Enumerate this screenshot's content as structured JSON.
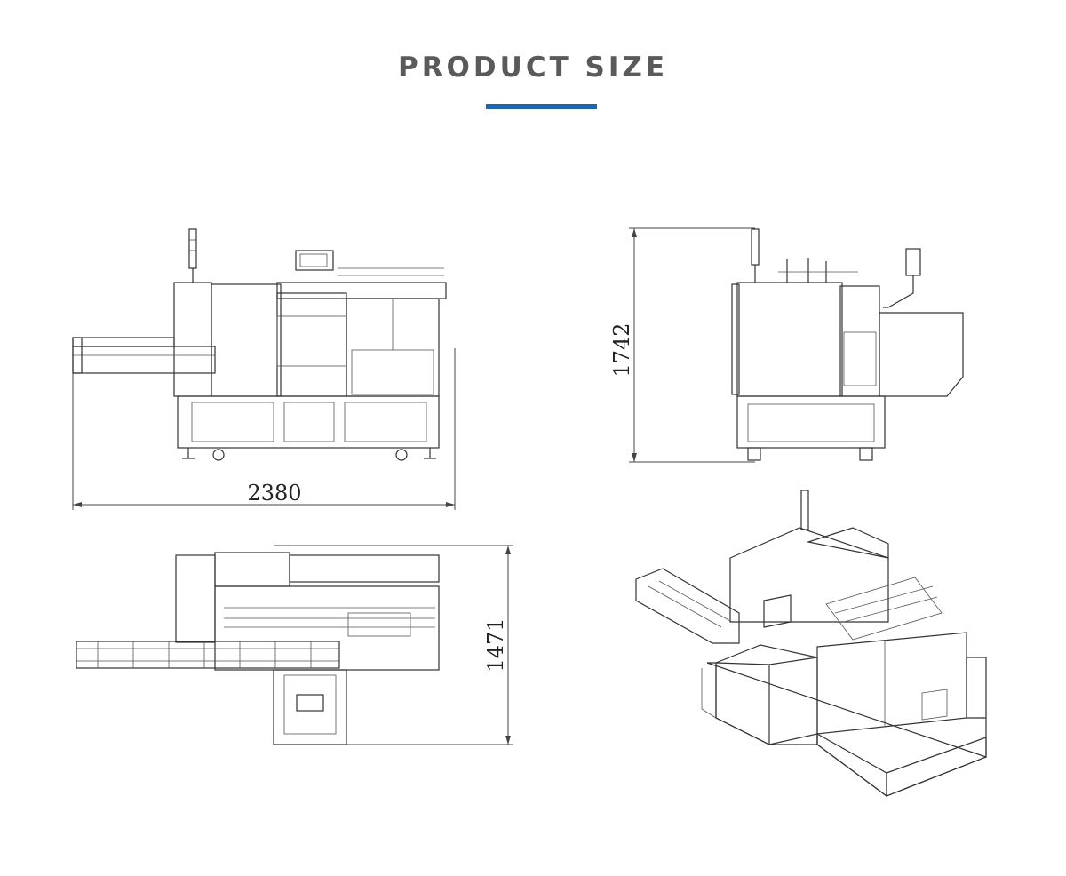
{
  "header": {
    "title": "PRODUCT SIZE",
    "accent_color": "#1f63b5"
  },
  "views": {
    "front": {
      "dimension_label": "2380"
    },
    "side": {
      "dimension_label": "1742"
    },
    "top": {
      "dimension_label": "1471"
    }
  }
}
